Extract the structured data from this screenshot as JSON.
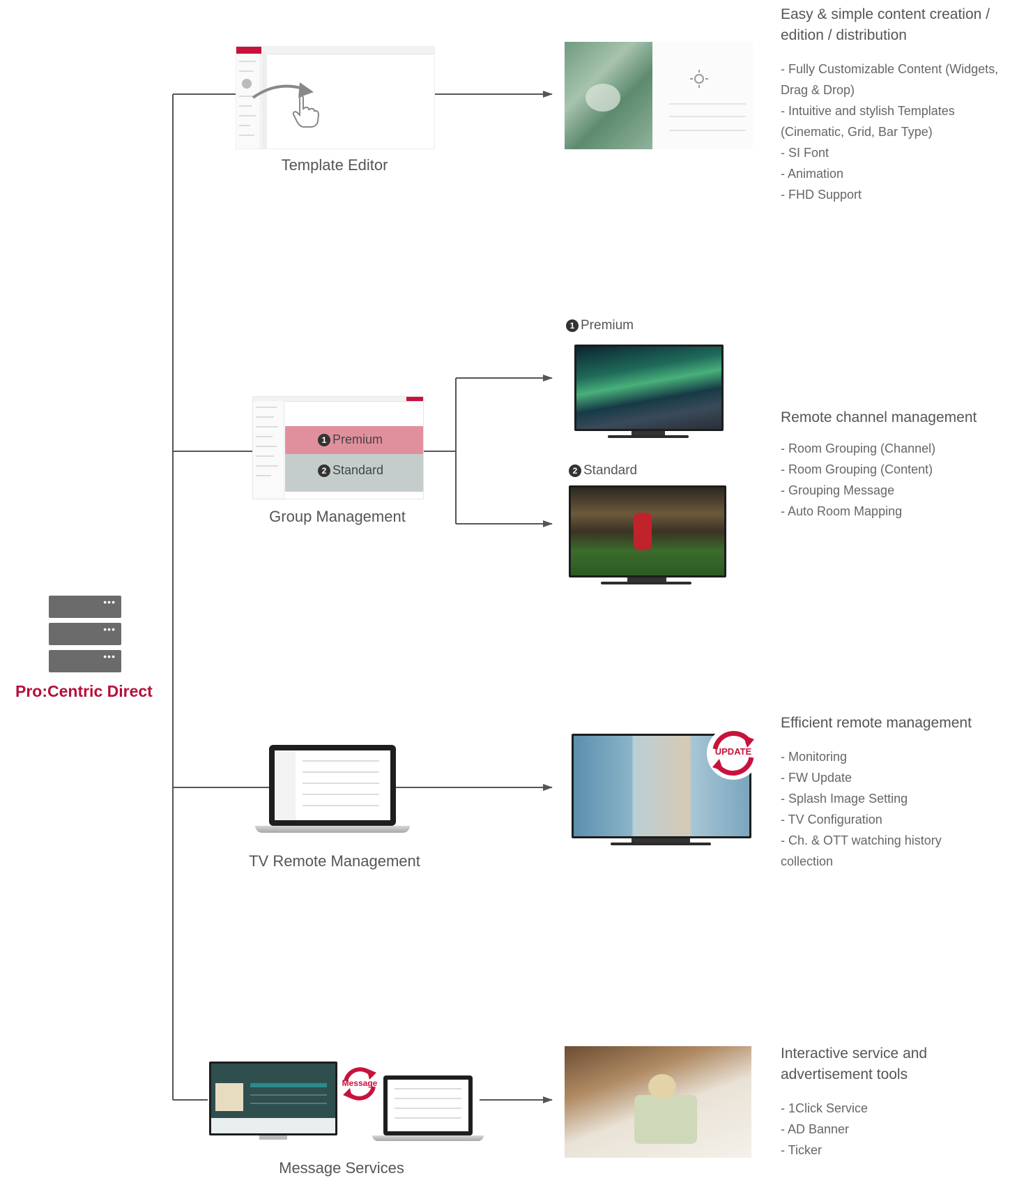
{
  "brand": {
    "name": "Pro:Centric Direct"
  },
  "sources": [
    {
      "label": "Template Editor"
    },
    {
      "label": "Group  Management",
      "premium_overlay": "Premium",
      "standard_overlay": "Standard",
      "premium_num": "1",
      "standard_num": "2"
    },
    {
      "label": "TV Remote  Management"
    },
    {
      "label": "Message Services",
      "badge": "Message"
    }
  ],
  "outputs": {
    "premium": {
      "num": "1",
      "label": "Premium"
    },
    "standard": {
      "num": "2",
      "label": "Standard"
    },
    "update_badge": "UPDATE"
  },
  "features": [
    {
      "heading": "Easy & simple content creation / edition / distribution",
      "bullets": [
        "- Fully Customizable Content (Widgets, Drag & Drop)",
        "- Intuitive and stylish Templates (Cinematic, Grid, Bar Type)",
        "- SI Font",
        "- Animation",
        "- FHD Support"
      ]
    },
    {
      "heading": "Remote channel management",
      "bullets": [
        "- Room Grouping (Channel)",
        "- Room Grouping (Content)",
        "- Grouping Message",
        "- Auto Room Mapping"
      ]
    },
    {
      "heading": "Efficient remote management",
      "bullets": [
        "- Monitoring",
        "- FW Update",
        "- Splash Image Setting",
        "- TV Configuration",
        "- Ch. & OTT watching history collection"
      ]
    },
    {
      "heading": "Interactive service and advertisement tools",
      "bullets": [
        "- 1Click Service",
        "- AD Banner",
        "- Ticker"
      ]
    }
  ],
  "icons": [
    "server-icon",
    "hand-pointer-icon",
    "curved-arrow-icon",
    "laptop-icon",
    "tv-icon",
    "refresh-cycle-icon"
  ],
  "colors": {
    "brand": "#b5103b",
    "line": "#555555",
    "server": "#6b6b6b",
    "premium_band": "#e0909c",
    "standard_band": "#c5cccc"
  }
}
